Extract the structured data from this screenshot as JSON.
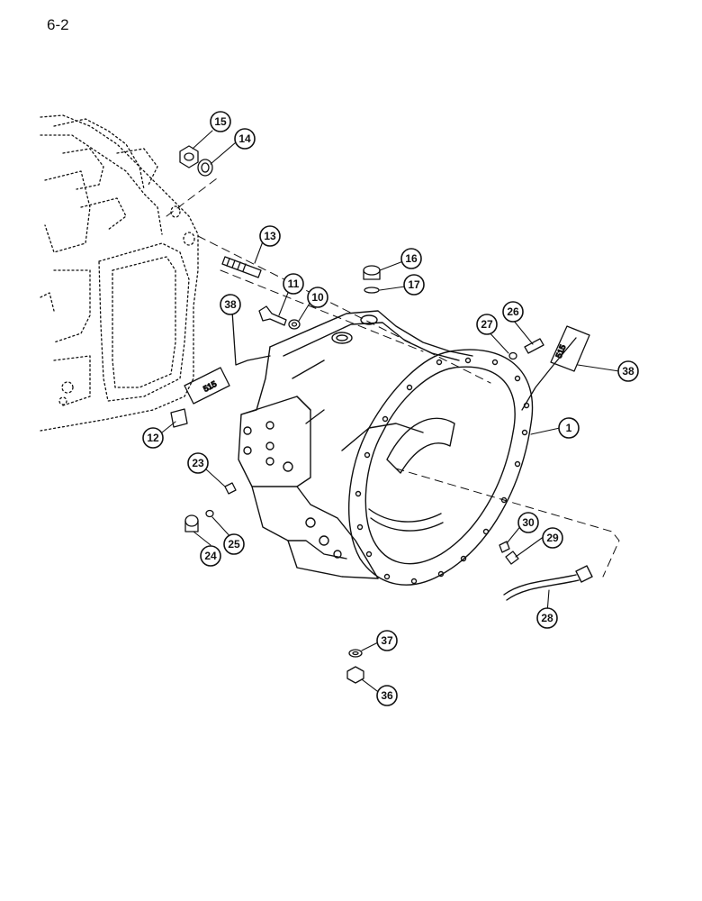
{
  "page": {
    "number": "6-2"
  },
  "callouts": [
    {
      "id": "15",
      "label": "15"
    },
    {
      "id": "14",
      "label": "14"
    },
    {
      "id": "13",
      "label": "13"
    },
    {
      "id": "16",
      "label": "16"
    },
    {
      "id": "17",
      "label": "17"
    },
    {
      "id": "11",
      "label": "11"
    },
    {
      "id": "10",
      "label": "10"
    },
    {
      "id": "38a",
      "label": "38"
    },
    {
      "id": "26",
      "label": "26"
    },
    {
      "id": "27",
      "label": "27"
    },
    {
      "id": "38b",
      "label": "38"
    },
    {
      "id": "1",
      "label": "1"
    },
    {
      "id": "12",
      "label": "12"
    },
    {
      "id": "23",
      "label": "23"
    },
    {
      "id": "24",
      "label": "24"
    },
    {
      "id": "25",
      "label": "25"
    },
    {
      "id": "30",
      "label": "30"
    },
    {
      "id": "29",
      "label": "29"
    },
    {
      "id": "28",
      "label": "28"
    },
    {
      "id": "37",
      "label": "37"
    },
    {
      "id": "36",
      "label": "36"
    }
  ],
  "tube_labels": {
    "left": "515",
    "right": "515"
  }
}
